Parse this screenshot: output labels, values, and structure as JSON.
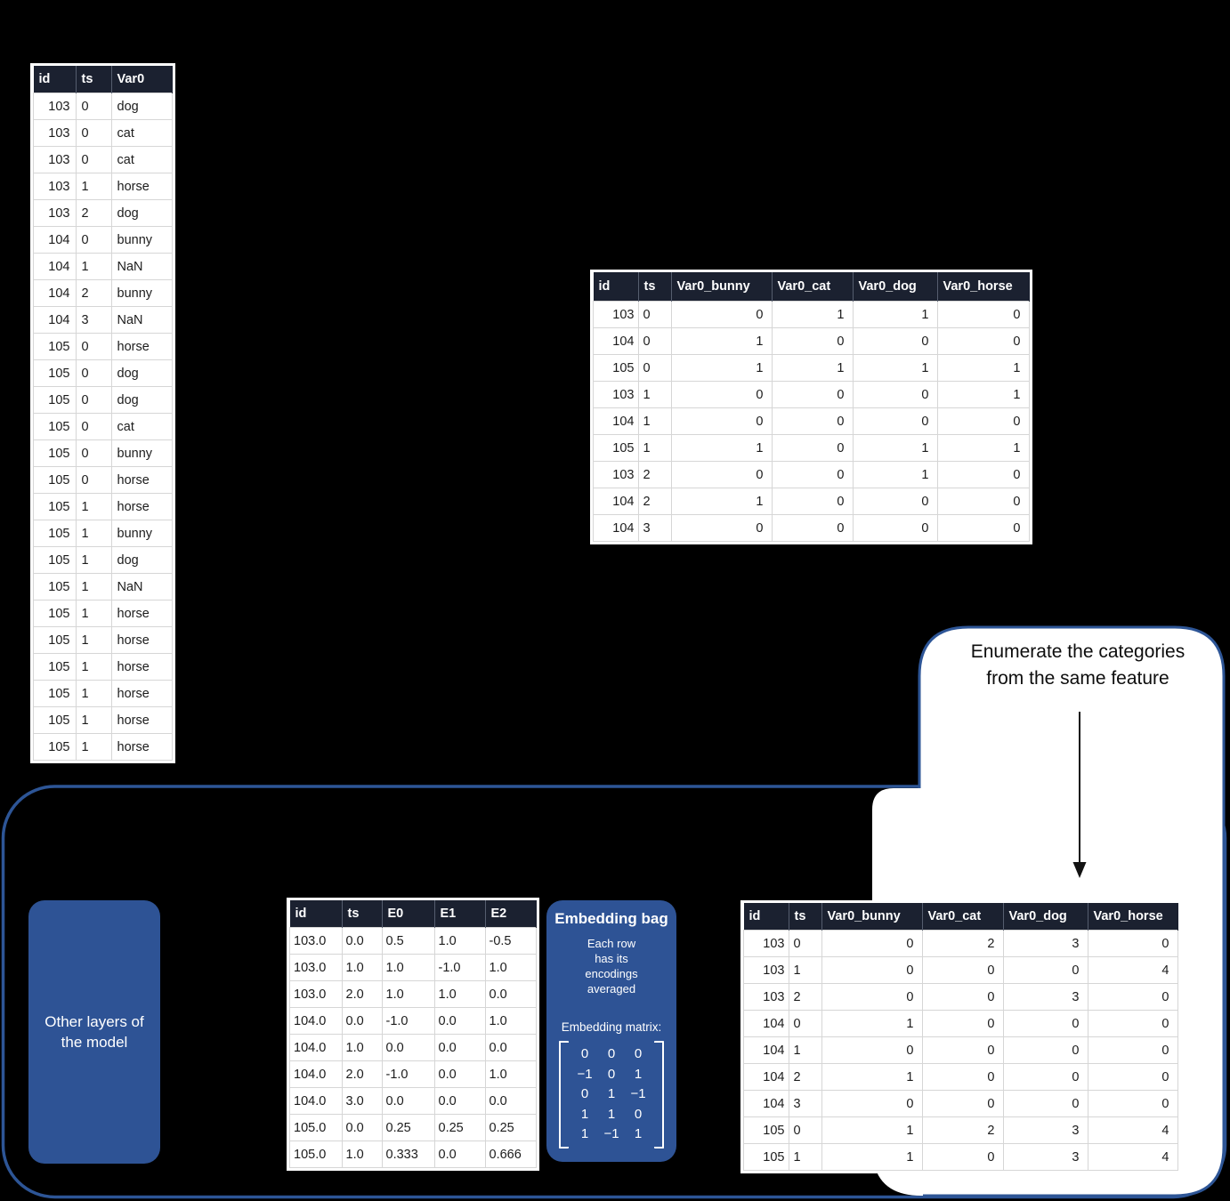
{
  "colors": {
    "background": "#000000",
    "table_header_bg": "#1b2130",
    "table_header_text": "#ffffff",
    "table_grid": "#d6d6d6",
    "accent_blue": "#2e5395",
    "outline_blue": "#2d5596",
    "callout_bg": "#ffffff"
  },
  "table_raw": {
    "columns": [
      "id",
      "ts",
      "Var0"
    ],
    "rows": [
      [
        103,
        0,
        "dog"
      ],
      [
        103,
        0,
        "cat"
      ],
      [
        103,
        0,
        "cat"
      ],
      [
        103,
        1,
        "horse"
      ],
      [
        103,
        2,
        "dog"
      ],
      [
        104,
        0,
        "bunny"
      ],
      [
        104,
        1,
        "NaN"
      ],
      [
        104,
        2,
        "bunny"
      ],
      [
        104,
        3,
        "NaN"
      ],
      [
        105,
        0,
        "horse"
      ],
      [
        105,
        0,
        "dog"
      ],
      [
        105,
        0,
        "dog"
      ],
      [
        105,
        0,
        "cat"
      ],
      [
        105,
        0,
        "bunny"
      ],
      [
        105,
        0,
        "horse"
      ],
      [
        105,
        1,
        "horse"
      ],
      [
        105,
        1,
        "bunny"
      ],
      [
        105,
        1,
        "dog"
      ],
      [
        105,
        1,
        "NaN"
      ],
      [
        105,
        1,
        "horse"
      ],
      [
        105,
        1,
        "horse"
      ],
      [
        105,
        1,
        "horse"
      ],
      [
        105,
        1,
        "horse"
      ],
      [
        105,
        1,
        "horse"
      ],
      [
        105,
        1,
        "horse"
      ]
    ]
  },
  "table_onehot": {
    "columns": [
      "id",
      "ts",
      "Var0_bunny",
      "Var0_cat",
      "Var0_dog",
      "Var0_horse"
    ],
    "rows": [
      [
        103,
        0,
        0,
        1,
        1,
        0
      ],
      [
        104,
        0,
        1,
        0,
        0,
        0
      ],
      [
        105,
        0,
        1,
        1,
        1,
        1
      ],
      [
        103,
        1,
        0,
        0,
        0,
        1
      ],
      [
        104,
        1,
        0,
        0,
        0,
        0
      ],
      [
        105,
        1,
        1,
        0,
        1,
        1
      ],
      [
        103,
        2,
        0,
        0,
        1,
        0
      ],
      [
        104,
        2,
        1,
        0,
        0,
        0
      ],
      [
        104,
        3,
        0,
        0,
        0,
        0
      ]
    ]
  },
  "callout": {
    "lines": [
      "Enumerate the categories",
      "from the same feature"
    ]
  },
  "other_layers": {
    "lines": [
      "Other layers of",
      "the model"
    ]
  },
  "table_embeddings": {
    "columns": [
      "id",
      "ts",
      "E0",
      "E1",
      "E2"
    ],
    "rows": [
      [
        "103.0",
        "0.0",
        "0.5",
        "1.0",
        "-0.5"
      ],
      [
        "103.0",
        "1.0",
        "1.0",
        "-1.0",
        "1.0"
      ],
      [
        "103.0",
        "2.0",
        "1.0",
        "1.0",
        "0.0"
      ],
      [
        "104.0",
        "0.0",
        "-1.0",
        "0.0",
        "1.0"
      ],
      [
        "104.0",
        "1.0",
        "0.0",
        "0.0",
        "0.0"
      ],
      [
        "104.0",
        "2.0",
        "-1.0",
        "0.0",
        "1.0"
      ],
      [
        "104.0",
        "3.0",
        "0.0",
        "0.0",
        "0.0"
      ],
      [
        "105.0",
        "0.0",
        "0.25",
        "0.25",
        "0.25"
      ],
      [
        "105.0",
        "1.0",
        "0.333",
        "0.0",
        "0.666"
      ]
    ]
  },
  "embedding_bag": {
    "title": "Embedding bag",
    "description_lines": [
      "Each row",
      "has its",
      "encodings",
      "averaged"
    ],
    "matrix_label": "Embedding matrix:",
    "matrix": [
      [
        "0",
        "0",
        "0"
      ],
      [
        "−1",
        "0",
        "1"
      ],
      [
        "0",
        "1",
        "−1"
      ],
      [
        "1",
        "1",
        "0"
      ],
      [
        "1",
        "−1",
        "1"
      ]
    ]
  },
  "table_counts": {
    "columns": [
      "id",
      "ts",
      "Var0_bunny",
      "Var0_cat",
      "Var0_dog",
      "Var0_horse"
    ],
    "rows": [
      [
        103,
        0,
        0,
        2,
        3,
        0
      ],
      [
        103,
        1,
        0,
        0,
        0,
        4
      ],
      [
        103,
        2,
        0,
        0,
        3,
        0
      ],
      [
        104,
        0,
        1,
        0,
        0,
        0
      ],
      [
        104,
        1,
        0,
        0,
        0,
        0
      ],
      [
        104,
        2,
        1,
        0,
        0,
        0
      ],
      [
        104,
        3,
        0,
        0,
        0,
        0
      ],
      [
        105,
        0,
        1,
        2,
        3,
        4
      ],
      [
        105,
        1,
        1,
        0,
        3,
        4
      ]
    ]
  }
}
